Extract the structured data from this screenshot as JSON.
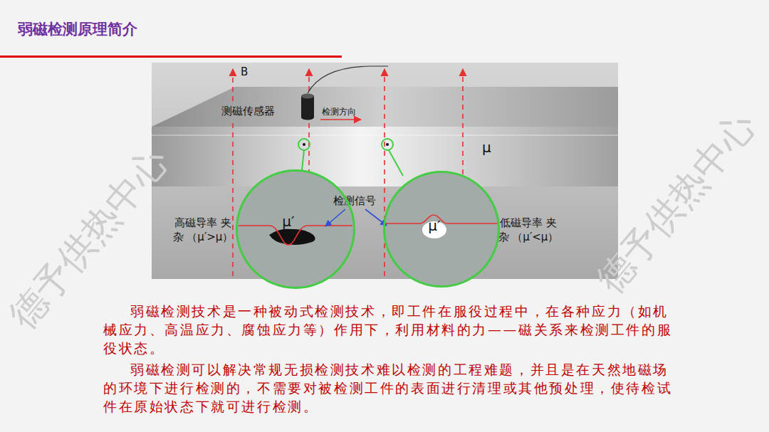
{
  "diagram": {
    "title": "弱磁检测原理简介",
    "nodes": [
      {
        "text": [
          "μ′"
        ]
      },
      {
        "text": [
          "μ′"
        ]
      }
    ],
    "labels": [
      "B",
      "测磁传感器",
      "检测方向",
      "μ",
      "检测信号",
      "高磁导率 夹杂 （μ′>μ）",
      "低磁导率 夹杂 （μ′<μ）",
      "弱磁检测技术是一种被动式检测技术，即工件在服役过程中，在各种应力（如机械应力、高温应力、腐蚀应力等）作用下，利用材料的力——磁关系来检测工件的服役状态。",
      "弱磁检测可以解决常规无损检测技术难以检测的工程难题，并且是在天然地磁场的环境下进行检测的，不需要对被检测工件的表面进行清理或其他预处理，使待检试件在原始状态下就可进行检测。",
      "德予供热中心",
      "德予供热中心"
    ]
  }
}
